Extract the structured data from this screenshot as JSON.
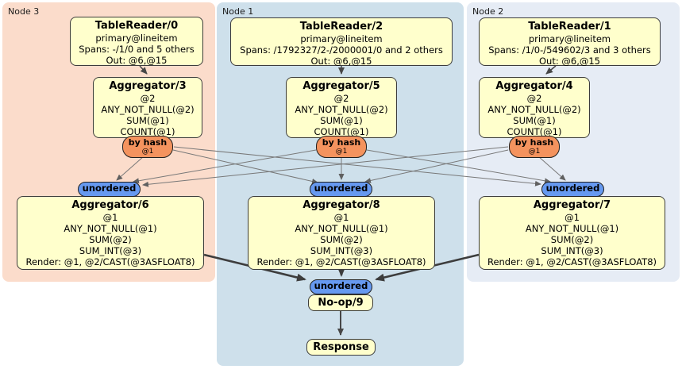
{
  "regions": [
    {
      "id": "node3",
      "label": "Node 3"
    },
    {
      "id": "node1",
      "label": "Node 1"
    },
    {
      "id": "node2",
      "label": "Node 2"
    }
  ],
  "processors": {
    "tr0": {
      "title": "TableReader/0",
      "lines": [
        "primary@lineitem",
        "Spans: -/1/0 and 5 others",
        "Out: @6,@15"
      ]
    },
    "tr2": {
      "title": "TableReader/2",
      "lines": [
        "primary@lineitem",
        "Spans: /1792327/2-/2000001/0 and 2 others",
        "Out: @6,@15"
      ]
    },
    "tr1": {
      "title": "TableReader/1",
      "lines": [
        "primary@lineitem",
        "Spans: /1/0-/549602/3 and 3 others",
        "Out: @6,@15"
      ]
    },
    "agg3": {
      "title": "Aggregator/3",
      "lines": [
        "@2",
        "ANY_NOT_NULL(@2)",
        "SUM(@1)",
        "COUNT(@1)"
      ]
    },
    "agg5": {
      "title": "Aggregator/5",
      "lines": [
        "@2",
        "ANY_NOT_NULL(@2)",
        "SUM(@1)",
        "COUNT(@1)"
      ]
    },
    "agg4": {
      "title": "Aggregator/4",
      "lines": [
        "@2",
        "ANY_NOT_NULL(@2)",
        "SUM(@1)",
        "COUNT(@1)"
      ]
    },
    "agg6": {
      "title": "Aggregator/6",
      "lines": [
        "@1",
        "ANY_NOT_NULL(@1)",
        "SUM(@2)",
        "SUM_INT(@3)",
        "Render: @1, @2/CAST(@3ASFLOAT8)"
      ]
    },
    "agg8": {
      "title": "Aggregator/8",
      "lines": [
        "@1",
        "ANY_NOT_NULL(@1)",
        "SUM(@2)",
        "SUM_INT(@3)",
        "Render: @1, @2/CAST(@3ASFLOAT8)"
      ]
    },
    "agg7": {
      "title": "Aggregator/7",
      "lines": [
        "@1",
        "ANY_NOT_NULL(@1)",
        "SUM(@2)",
        "SUM_INT(@3)",
        "Render: @1, @2/CAST(@3ASFLOAT8)"
      ]
    },
    "noop": {
      "title": "No-op/9"
    },
    "response": {
      "title": "Response"
    }
  },
  "routers": {
    "by_hash": {
      "label": "by hash",
      "key": "@1"
    },
    "unordered": {
      "label": "unordered"
    }
  },
  "colors": {
    "node3_bg": "#fbdccb",
    "node1_bg": "#cee0eb",
    "node2_bg": "#e6ecf5",
    "processor_bg": "#ffffcc",
    "processor_border": "#3c3c3c",
    "hash_router_bg": "#f4935e",
    "unordered_bg": "#6699f0"
  }
}
